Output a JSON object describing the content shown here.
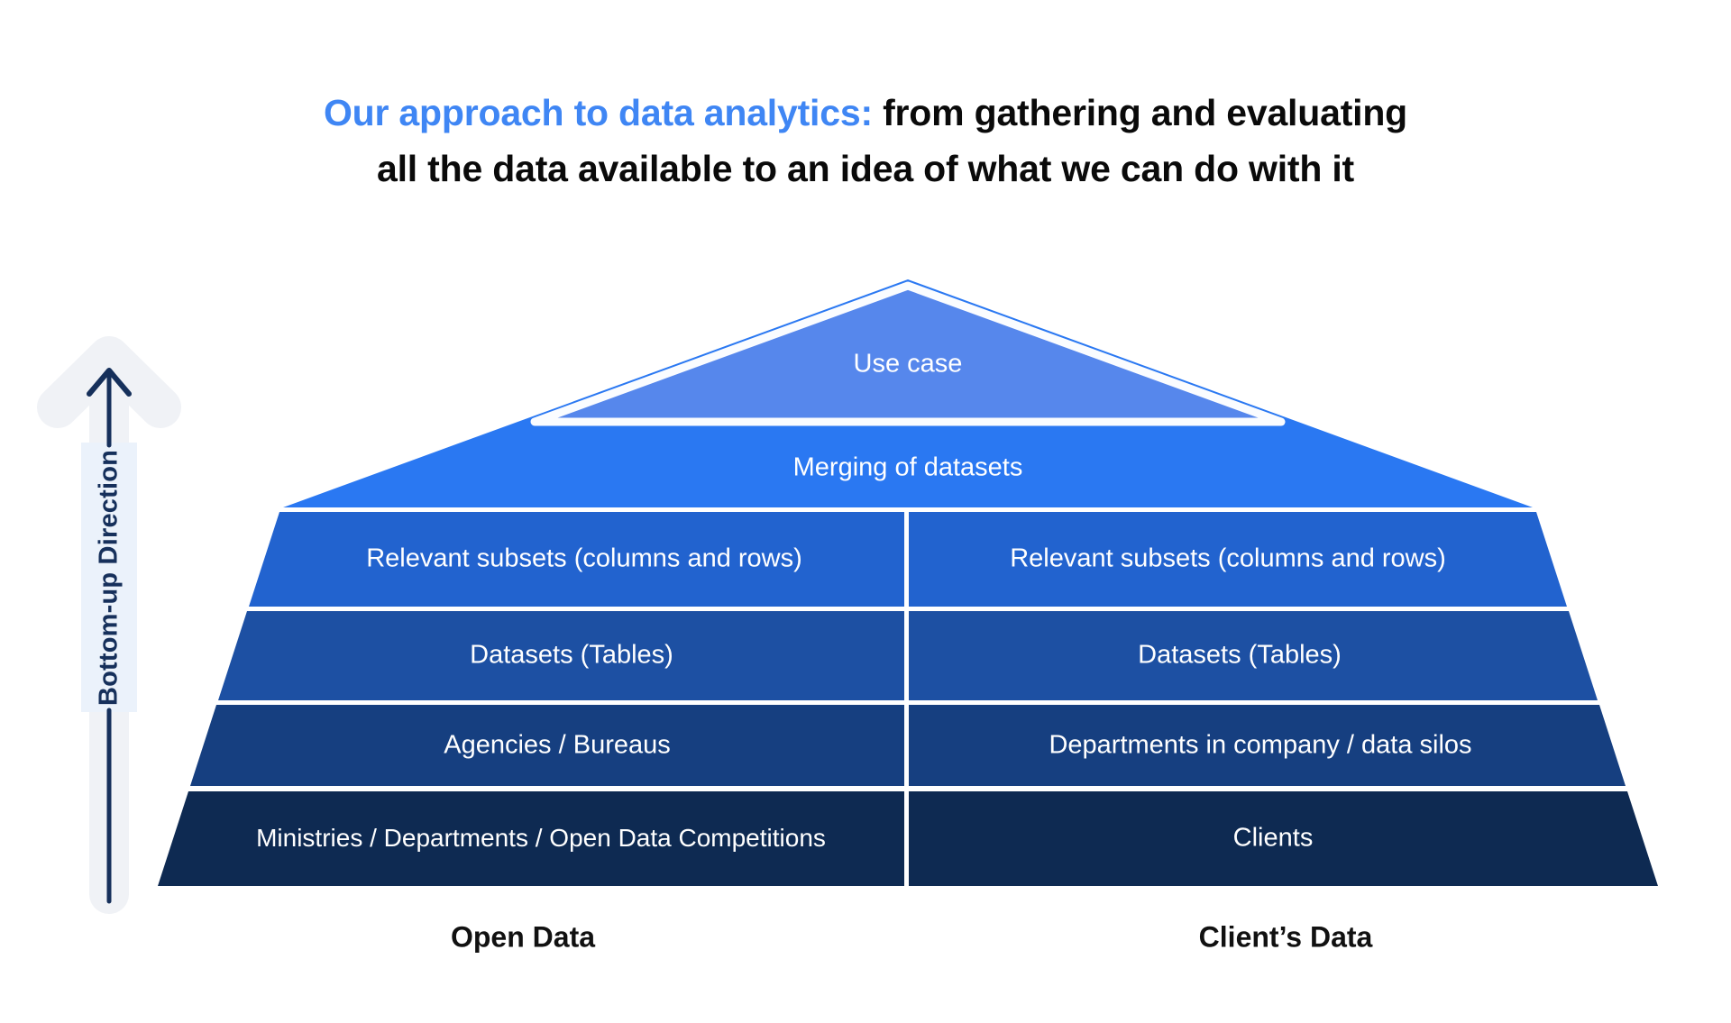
{
  "title": {
    "line1_highlight": "Our approach to data analytics:",
    "line1_rest": " from gathering and evaluating",
    "line2": "all the data available to an idea of what we can do with it",
    "highlight_color": "#3f86f4",
    "text_color": "#0a0a0a"
  },
  "direction": {
    "label": "Bottom-up Direction",
    "icon": "up-arrow-icon",
    "arrow_color": "#16305b",
    "halo_color": "#f0f2f6",
    "band_color": "#ebf2fb"
  },
  "pyramid": {
    "text_color": "#ffffff",
    "gap_color": "#fafcff",
    "levels": [
      {
        "label": "Use case",
        "color": "#5687ec"
      },
      {
        "label": "Merging of datasets",
        "color": "#2a78f2"
      },
      {
        "left": "Relevant subsets (columns and rows)",
        "right": "Relevant subsets (columns and rows)",
        "color": "#2263cf"
      },
      {
        "left": "Datasets (Tables)",
        "right": "Datasets (Tables)",
        "color": "#1d50a3"
      },
      {
        "left": "Agencies / Bureaus",
        "right": "Departments in company / data silos",
        "color": "#163f80"
      },
      {
        "left": "Ministries / Departments / Open Data Competitions",
        "right": "Clients",
        "color": "#0e2a52"
      }
    ],
    "columns": {
      "left": "Open Data",
      "right": "Client’s Data"
    }
  }
}
